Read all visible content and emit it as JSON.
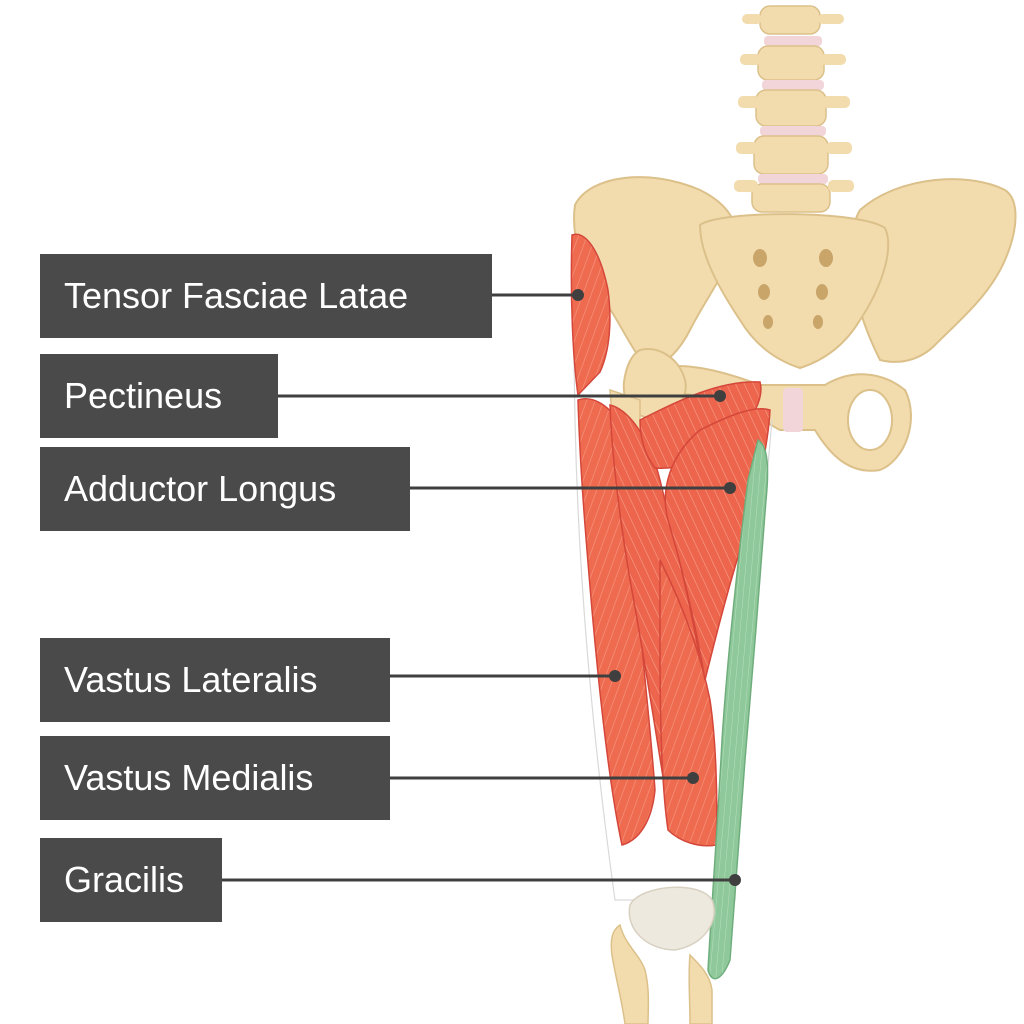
{
  "labels": [
    "Tensor Fasciae Latae",
    "Pectineus",
    "Adductor Longus",
    "Vastus Lateralis",
    "Vastus Medialis",
    "Gracilis"
  ],
  "colors": {
    "label_bg": "#4a4a4a",
    "label_text": "#ffffff",
    "leader_line": "#3f3f3f",
    "bone": "#f2dcae",
    "bone_shadow": "#e0c28a",
    "disc": "#f1d5d8",
    "muscle_red": "#ef6b50",
    "muscle_red_dark": "#d4473a",
    "muscle_green": "#8fc89a",
    "patella": "#eee9df"
  }
}
